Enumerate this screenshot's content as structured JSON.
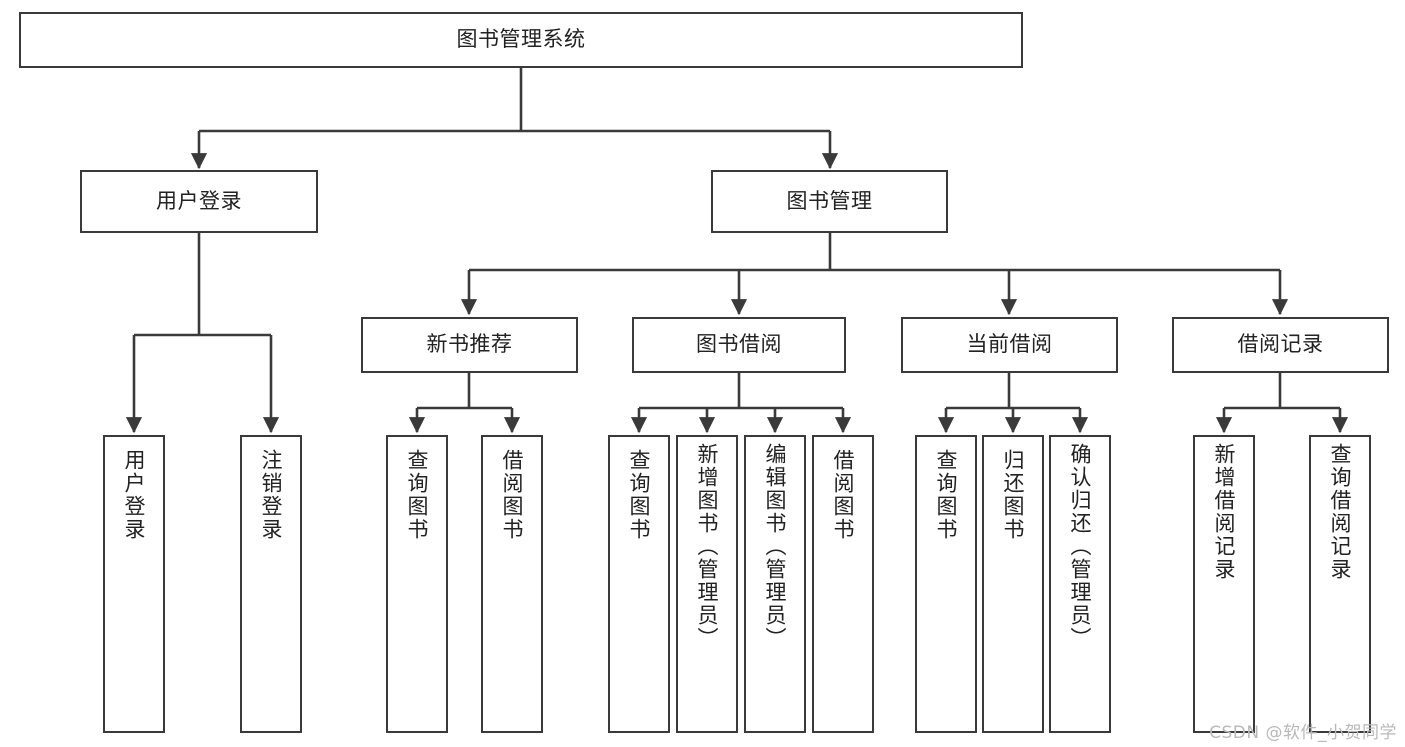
{
  "diagram": {
    "title": "图书管理系统",
    "type": "tree",
    "watermark": "CSDN @软件_小贺同学",
    "colors": {
      "box_border": "#3a3a3a",
      "box_fill": "#ffffff",
      "edge": "#3a3a3a",
      "text": "#222222",
      "watermark": "#b9b9b9",
      "background": "#ffffff"
    },
    "nodes": {
      "root": {
        "label": "图书管理系统"
      },
      "level1": [
        {
          "id": "user-login",
          "label": "用户登录"
        },
        {
          "id": "book-manage",
          "label": "图书管理"
        }
      ],
      "level2": [
        {
          "id": "new-book-recommend",
          "label": "新书推荐"
        },
        {
          "id": "book-borrow",
          "label": "图书借阅"
        },
        {
          "id": "current-borrow",
          "label": "当前借阅"
        },
        {
          "id": "borrow-record",
          "label": "借阅记录"
        }
      ],
      "leaves": {
        "user-login": [
          {
            "id": "leaf-user-login",
            "label": "用户登录"
          },
          {
            "id": "leaf-logout-login",
            "label": "注销登录"
          }
        ],
        "new-book-recommend": [
          {
            "id": "leaf-query-book-1",
            "label": "查询图书"
          },
          {
            "id": "leaf-borrow-book-1",
            "label": "借阅图书"
          }
        ],
        "book-borrow": [
          {
            "id": "leaf-query-book-2",
            "label": "查询图书"
          },
          {
            "id": "leaf-add-book",
            "label": "新增图书（管理员）"
          },
          {
            "id": "leaf-edit-book",
            "label": "编辑图书（管理员）"
          },
          {
            "id": "leaf-borrow-book-2",
            "label": "借阅图书"
          }
        ],
        "current-borrow": [
          {
            "id": "leaf-query-book-3",
            "label": "查询图书"
          },
          {
            "id": "leaf-return-book",
            "label": "归还图书"
          },
          {
            "id": "leaf-confirm-return",
            "label": "确认归还（管理员）"
          }
        ],
        "borrow-record": [
          {
            "id": "leaf-add-record",
            "label": "新增借阅记录"
          },
          {
            "id": "leaf-query-record",
            "label": "查询借阅记录"
          }
        ]
      }
    }
  }
}
